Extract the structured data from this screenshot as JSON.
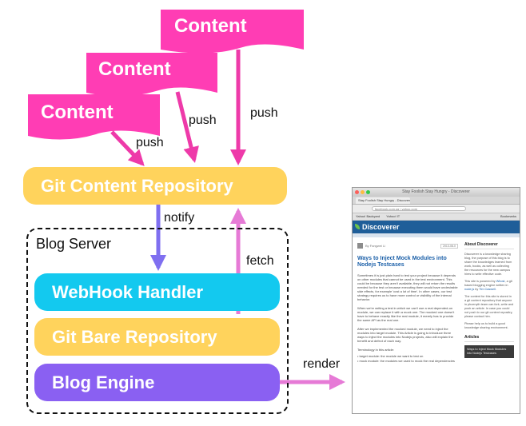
{
  "content_cards": [
    {
      "label": "Content"
    },
    {
      "label": "Content"
    },
    {
      "label": "Content"
    }
  ],
  "edges": {
    "push_1": "push",
    "push_2": "push",
    "push_3": "push",
    "notify": "notify",
    "fetch": "fetch",
    "render": "render"
  },
  "git_content_repository": "Git Content Repository",
  "blog_server": {
    "title": "Blog Server",
    "webhook_handler": "WebHook Handler",
    "git_bare_repository": "Git Bare Repository",
    "blog_engine": "Blog Engine"
  },
  "colors": {
    "content": "#ff3db4",
    "content_arrow": "#ee3aa9",
    "repository": "#ffd35c",
    "webhook": "#13c9ef",
    "engine": "#8a60f2",
    "notify_arrow": "#7f6ff0",
    "fetch_arrow": "#e67ad6",
    "render_arrow": "#e67ad6"
  },
  "browser": {
    "window_title": "Stay Foolish Stay Hungry - Discoverer",
    "tab_label": "Stay Foolish Stay Hungry - Discoverer",
    "url": "facebook.com.sg | yahoo.com",
    "bookmarks": [
      "Yahoo! Backyard",
      "Yahoo! IT"
    ],
    "bookmarks_right": "Bookmarks",
    "site_name": "Discoverer",
    "post": {
      "author": "By Fangwei Li",
      "date": "2013-08-0",
      "title": "Ways to Inject Mock Modules into Nodejs Testcases",
      "paragraphs": [
        "Sometimes it is just plain hard to test your project because it depends on other modules that cannot be used in the test environment. This could be because they aren't available, they will not return the results needed for the test or because executing them would have undesirable side effects, for example 'cost a lot of time'. In other cases, our test strategy requires us to have more control or visibility of the internal behavior.",
        "When we're writing a test in which we can't use a real depended-on module, we can replace it with a mock one. The mocked one doesn't have to behave exactly like the real module, it merely has to provide the same API as the real one.",
        "After we implemented the mocked module, we need to inject the modules into target module. This Article is going to introduce three ways to inject the modules into Nodejs projects, also will explain the benefit and defect of each way.",
        "Terminology in this article:",
        "• target module: the module we want to test on",
        "• mock module: the modules we used to mock the real dependencies"
      ]
    },
    "sidebar": {
      "about_heading": "About Discoverer",
      "about_text": "Discoverer is a knowledge sharing blog, the purpose of this blog is to share the knowledges learned from work, books, as well as collecting the resources for the new campus hires to write effective code.",
      "powered_pre": "This site is powered by ",
      "powered_link1": "Whost",
      "powered_mid": ", a git based blogging engine written in ",
      "powered_link2": "node.js",
      "powered_by": " by ",
      "powered_link3": "Tim Caswell",
      "powered_end": ".",
      "stored_text": "The content for this site is stored in a git content repository that anyone in phoenyth team can fork, write and push an article. In case you could not push to our git content repositry, please contact him.",
      "help_text": "Please help us to build a good knowledge sharing environment.",
      "articles_heading": "Articles",
      "article_item": "Ways to Inject Mock Modules into Nodejs Testcases"
    }
  }
}
